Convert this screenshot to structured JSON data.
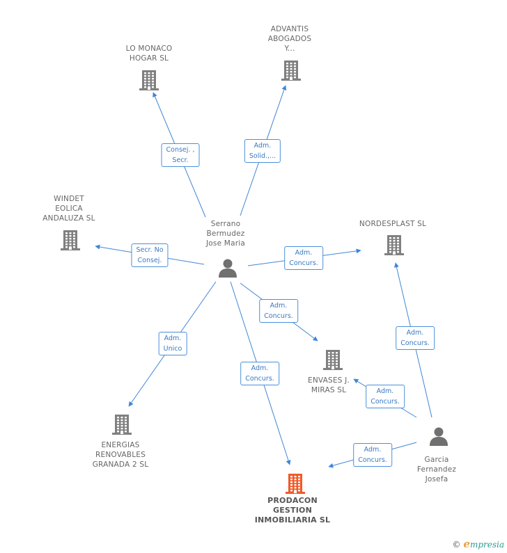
{
  "colors": {
    "edge": "#3f86d6",
    "company_icon": "#808080",
    "company_icon_focus": "#f05a28",
    "person_icon": "#707070",
    "label_border": "#4a8fd9"
  },
  "nodes": {
    "lo_monaco": {
      "lines": [
        "LO MONACO",
        "HOGAR SL"
      ],
      "icon": "building-icon"
    },
    "advantis": {
      "lines": [
        "ADVANTIS",
        "ABOGADOS",
        "Y..."
      ],
      "icon": "building-icon"
    },
    "windet": {
      "lines": [
        "WINDET",
        "EOLICA",
        "ANDALUZA SL"
      ],
      "icon": "building-icon"
    },
    "nordesplast": {
      "lines": [
        "NORDESPLAST SL"
      ],
      "icon": "building-icon"
    },
    "serrano": {
      "lines": [
        "Serrano",
        "Bermudez",
        "Jose Maria"
      ],
      "icon": "person-icon"
    },
    "envases": {
      "lines": [
        "ENVASES J.",
        "MIRAS SL"
      ],
      "icon": "building-icon"
    },
    "energias": {
      "lines": [
        "ENERGIAS",
        "RENOVABLES",
        "GRANADA 2 SL"
      ],
      "icon": "building-icon"
    },
    "garcia": {
      "lines": [
        "Garcia",
        "Fernandez",
        "Josefa"
      ],
      "icon": "person-icon"
    },
    "prodacon": {
      "lines": [
        "PRODACON",
        "GESTION",
        "INMOBILIARIA SL"
      ],
      "icon": "building-icon"
    }
  },
  "edges": [
    {
      "id": "e1",
      "lines": [
        "Consej. ,",
        "Secr."
      ]
    },
    {
      "id": "e2",
      "lines": [
        "Adm.",
        "Solid.,..."
      ]
    },
    {
      "id": "e3",
      "lines": [
        "Secr.  No",
        "Consej."
      ]
    },
    {
      "id": "e4",
      "lines": [
        "Adm.",
        "Concurs."
      ]
    },
    {
      "id": "e5",
      "lines": [
        "Adm.",
        "Concurs."
      ]
    },
    {
      "id": "e6",
      "lines": [
        "Adm.",
        "Unico"
      ]
    },
    {
      "id": "e7",
      "lines": [
        "Adm.",
        "Concurs."
      ]
    },
    {
      "id": "e8",
      "lines": [
        "Adm.",
        "Concurs."
      ]
    },
    {
      "id": "e9",
      "lines": [
        "Adm.",
        "Concurs."
      ]
    },
    {
      "id": "e10",
      "lines": [
        "Adm.",
        "Concurs."
      ]
    }
  ],
  "footer": {
    "copyright": "©",
    "brand_initial": "e",
    "brand_rest": "mpresia"
  }
}
